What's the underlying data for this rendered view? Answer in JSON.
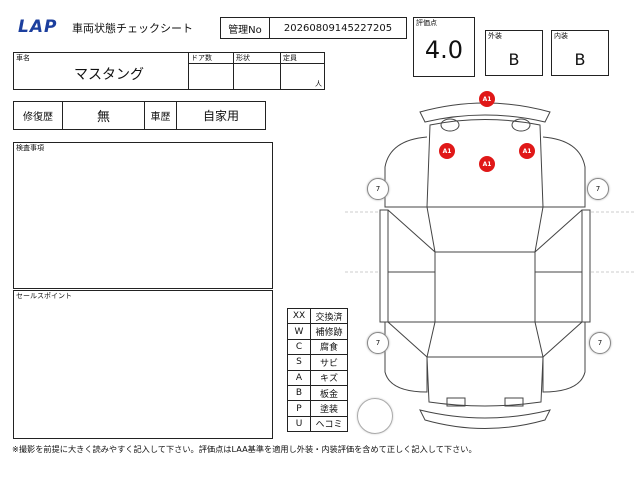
{
  "header": {
    "logo_text": "LAP",
    "sheet_title": "車両状態チェックシート",
    "mgmt_label": "管理No",
    "mgmt_number": "20260809145227205"
  },
  "grades": {
    "overall_label": "評価点",
    "overall_value": "4.0",
    "exterior_label": "外装",
    "exterior_value": "B",
    "interior_label": "内装",
    "interior_value": "B"
  },
  "vehicle": {
    "name_label": "車名",
    "name_value": "マスタング",
    "doors_label": "ドア数",
    "doors_value": "",
    "shape_label": "形状",
    "shape_value": "",
    "capacity_label": "定員",
    "capacity_unit": "人"
  },
  "history": {
    "repair_label": "修復歴",
    "repair_value": "無",
    "use_label": "車歴",
    "use_value": "自家用"
  },
  "notes": {
    "inspection_label": "検査事項",
    "sales_label": "セールスポイント"
  },
  "legend": [
    {
      "code": "XX",
      "meaning": "交換済"
    },
    {
      "code": "W",
      "meaning": "補修跡"
    },
    {
      "code": "C",
      "meaning": "腐食"
    },
    {
      "code": "S",
      "meaning": "サビ"
    },
    {
      "code": "A",
      "meaning": "キズ"
    },
    {
      "code": "B",
      "meaning": "板金"
    },
    {
      "code": "P",
      "meaning": "塗装"
    },
    {
      "code": "U",
      "meaning": "ヘコミ"
    }
  ],
  "damage_marks": {
    "front": "A1",
    "hood_left": "A1",
    "hood_right": "A1",
    "hood_center": "A1"
  },
  "tires": {
    "front_left": "7",
    "front_right": "7",
    "rear_left": "7",
    "rear_right": "7"
  },
  "footer": {
    "note": "※撮影を前提に大きく読みやすく記入して下さい。評価点はLAA基準を適用し外装・内装評価を含めて正しく記入して下さい。"
  },
  "colors": {
    "damage_marker": "#e01818",
    "logo_blue": "#1c3f9e"
  }
}
